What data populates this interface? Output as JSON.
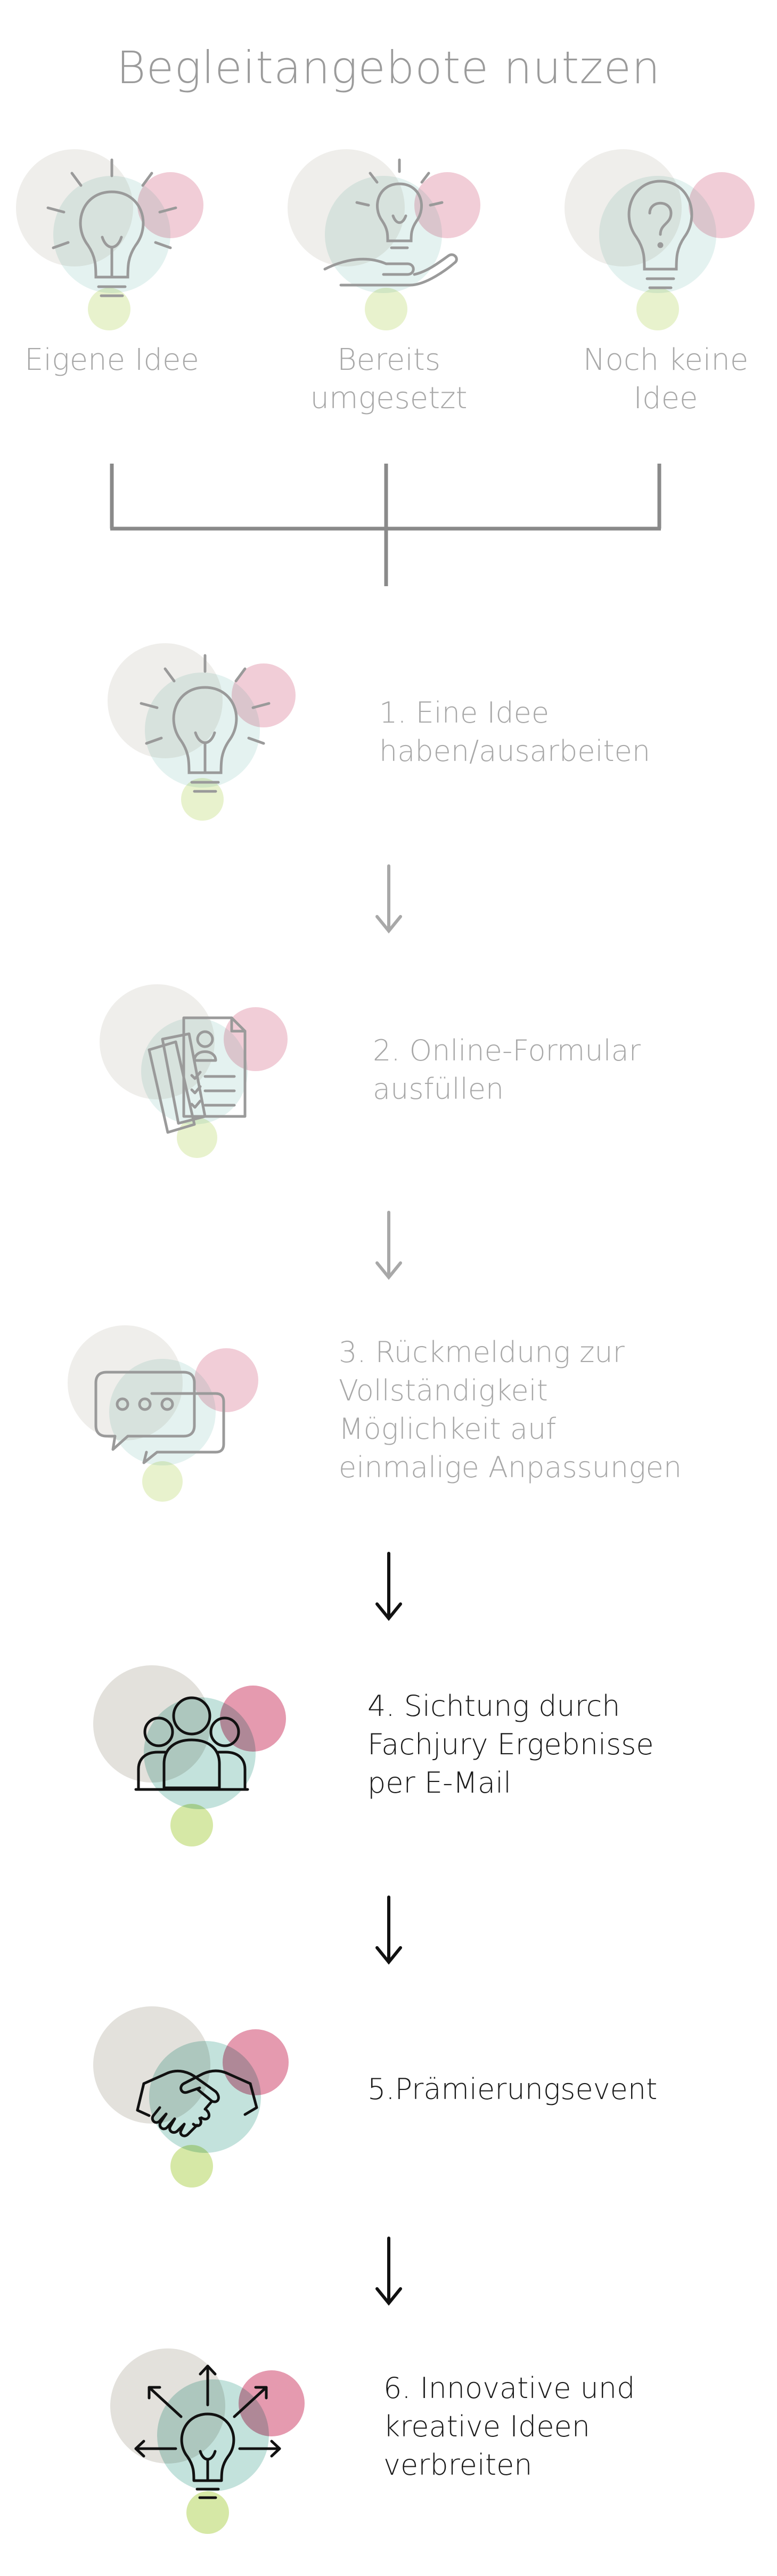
{
  "title": "Begleitangebote nutzen",
  "top_options": [
    {
      "label": "Eigene Idee",
      "icon": "lightbulb-icon"
    },
    {
      "label": "Bereits umgesetzt",
      "icon": "hand-lightbulb-icon"
    },
    {
      "label": "Noch keine Idee",
      "icon": "question-lightbulb-icon"
    }
  ],
  "steps": [
    {
      "label": "1. Eine Idee haben/ausarbeiten",
      "icon": "lightbulb-icon",
      "faded": true
    },
    {
      "label": "2. Online-Formular ausfüllen",
      "icon": "form-document-icon",
      "faded": true
    },
    {
      "label": "3. Rückmeldung zur Vollständigkeit Möglichkeit auf einmalige Anpassungen",
      "icon": "chat-bubbles-icon",
      "faded": true
    },
    {
      "label": "4. Sichtung durch Fachjury Ergebnisse per E-Mail",
      "icon": "jury-group-icon",
      "faded": false
    },
    {
      "label": "5.Prämierungsevent",
      "icon": "handshake-icon",
      "faded": false
    },
    {
      "label": "6. Innovative und kreative Ideen verbreiten",
      "icon": "spreading-lightbulb-icon",
      "faded": false
    }
  ],
  "colors": {
    "gray_circle": "#e3e1dc",
    "teal_circle": "#b9ddd6",
    "pink_circle": "#e59aaf",
    "green_circle": "#d6e8a6",
    "faded_text": "#a8a8a8",
    "dark_text": "#1a1a1a",
    "connector": "#8a8a8a"
  }
}
